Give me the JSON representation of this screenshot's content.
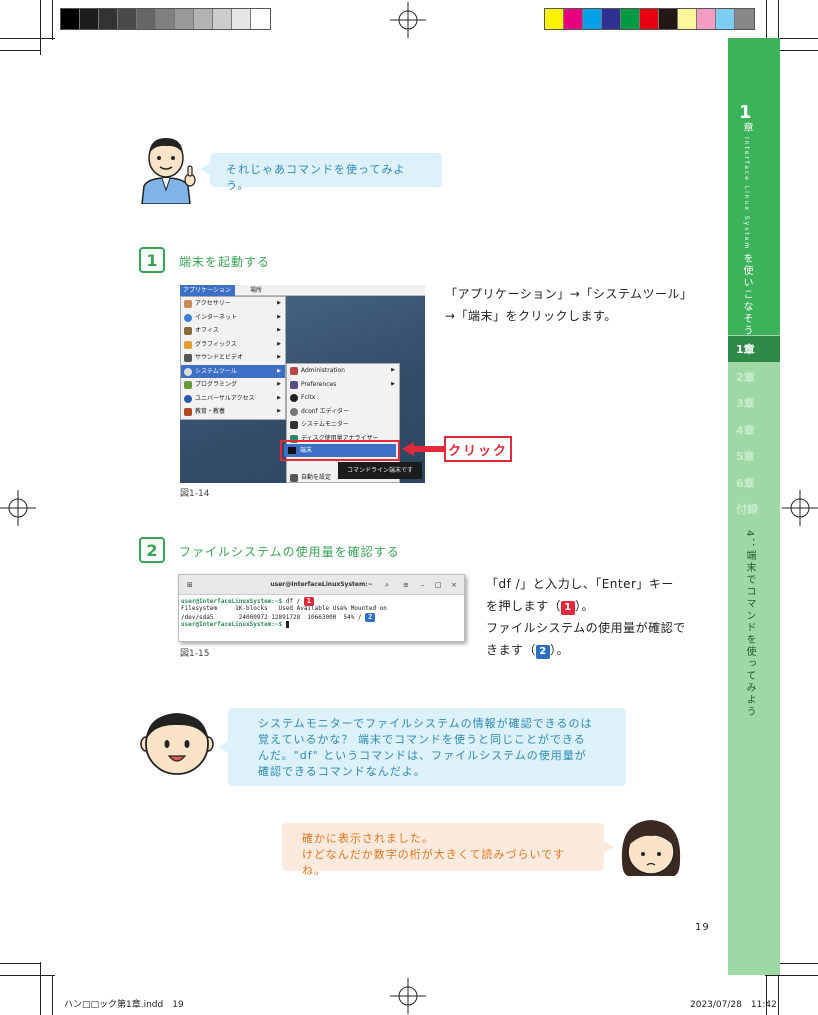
{
  "side_tab": {
    "chapter_number": "1",
    "chapter_title_part1": "章",
    "chapter_title_part2": "Interface Linux System",
    "chapter_title_part3": "を使いこなそう",
    "current_label": "1章",
    "items": [
      "2章",
      "3章",
      "4章",
      "5章",
      "6章",
      "付録"
    ],
    "section_title": "4：端末でコマンドを使ってみよう"
  },
  "bubble_top": "それじゃあコマンドを使ってみよう。",
  "step1": {
    "number": "1",
    "title": "端末を起動する",
    "description": "「アプリケーション」→「システムツール」→「端末」をクリックします。",
    "caption": "図1-14",
    "click_label": "クリック",
    "screenshot": {
      "apps_label": "アプリケーション",
      "places_label": "場所",
      "menu": [
        "アクセサリー",
        "インターネット",
        "オフィス",
        "グラフィックス",
        "サウンドとビデオ",
        "システムツール",
        "プログラミング",
        "ユニバーサルアクセス",
        "教育・教養"
      ],
      "submenu": [
        "Administration",
        "Preferences",
        "Fcitx",
        "dconf エディター",
        "システムモニター",
        "ディスク使用量アナライザー"
      ],
      "terminal_item": "端末",
      "hidden_item": "自動を設定",
      "tooltip": "コマンドライン端末です"
    }
  },
  "step2": {
    "number": "2",
    "title": "ファイルシステムの使用量を確認する",
    "desc1_a": "「df /」と入力し、「Enter」キーを押します（",
    "desc1_num": "1",
    "desc1_b": "）。",
    "desc2_a": "ファイルシステムの使用量が確認できます（",
    "desc2_num": "2",
    "desc2_b": "）。",
    "caption": "図1-15",
    "terminal": {
      "title": "user@InterfaceLinuxSystem:~",
      "prompt": "user@InterfaceLinuxSystem:~$",
      "command": " df /",
      "header": "Filesystem     1K-blocks   Used Available Use% Mounted on",
      "row": "/dev/sda5       24000972 12891728  10663000  54% /",
      "prompt2": "user@InterfaceLinuxSystem:~$"
    }
  },
  "bubble_middle": "システムモニターでファイルシステムの情報が確認できるのは覚えているかな？ 端末でコマンドを使うと同じことができるんだ。\"df\" というコマンドは、ファイルシステムの使用量が確認できるコマンドなんだよ。",
  "bubble_bottom_line1": "確かに表示されました。",
  "bubble_bottom_line2": "けどなんだか数字の桁が大きくて読みづらいですね。",
  "page_number": "19",
  "slug_left": "ハン□□ック第1章.indd　19",
  "slug_right": "2023/07/28　11:42",
  "colors": {
    "green": "#3aa455",
    "side_dark": "#2f8a48",
    "bubble_blue": "#dcf1f9",
    "bubble_orange": "#fdeadf",
    "red": "#e02a3c",
    "number_red": "#e02a3c",
    "number_blue": "#2d6fc2"
  }
}
